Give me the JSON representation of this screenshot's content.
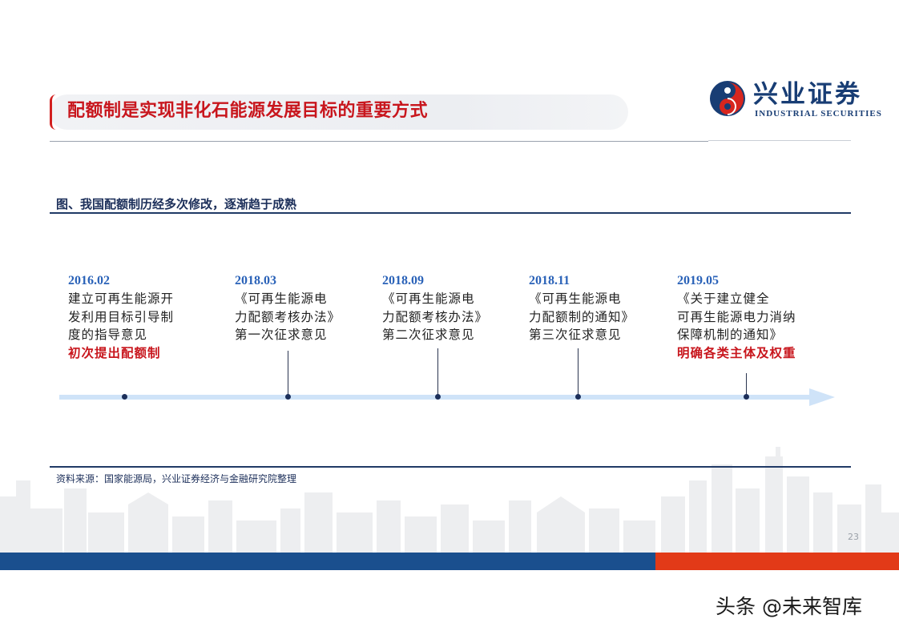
{
  "header": {
    "title": "配额制是实现非化石能源发展目标的重要方式",
    "logo_cn": "兴业证券",
    "logo_en": "INDUSTRIAL SECURITIES"
  },
  "figure": {
    "caption": "图、我国配额制历经多次修改，逐渐趋于成熟",
    "source": "资料来源：国家能源局，兴业证券经济与金融研究院整理"
  },
  "timeline": {
    "events": [
      {
        "date": "2016.02",
        "lines": [
          "建立可再生能源开",
          "发利用目标引导制",
          "度的指导意见"
        ],
        "highlight": "初次提出配额制"
      },
      {
        "date": "2018.03",
        "lines": [
          "《可再生能源电",
          "力配额考核办法》",
          "第一次征求意见"
        ],
        "highlight": ""
      },
      {
        "date": "2018.09",
        "lines": [
          "《可再生能源电",
          "力配额考核办法》",
          "第二次征求意见"
        ],
        "highlight": ""
      },
      {
        "date": "2018.11",
        "lines": [
          "《可再生能源电",
          "力配额制的通知》",
          "第三次征求意见"
        ],
        "highlight": ""
      },
      {
        "date": "2019.05",
        "lines": [
          "《关于建立健全",
          "可再生能源电力消纳",
          "保障机制的通知》"
        ],
        "highlight": "明确各类主体及权重"
      }
    ]
  },
  "footer": {
    "page_number": "23",
    "watermark": "头条 @未来智库"
  },
  "colors": {
    "title_red": "#c8161d",
    "navy": "#1c2f5a",
    "date_blue": "#2a62b8",
    "timeline_arrow": "#cfe3f8",
    "band_blue": "#1a4f8e",
    "band_red": "#e23a18"
  }
}
